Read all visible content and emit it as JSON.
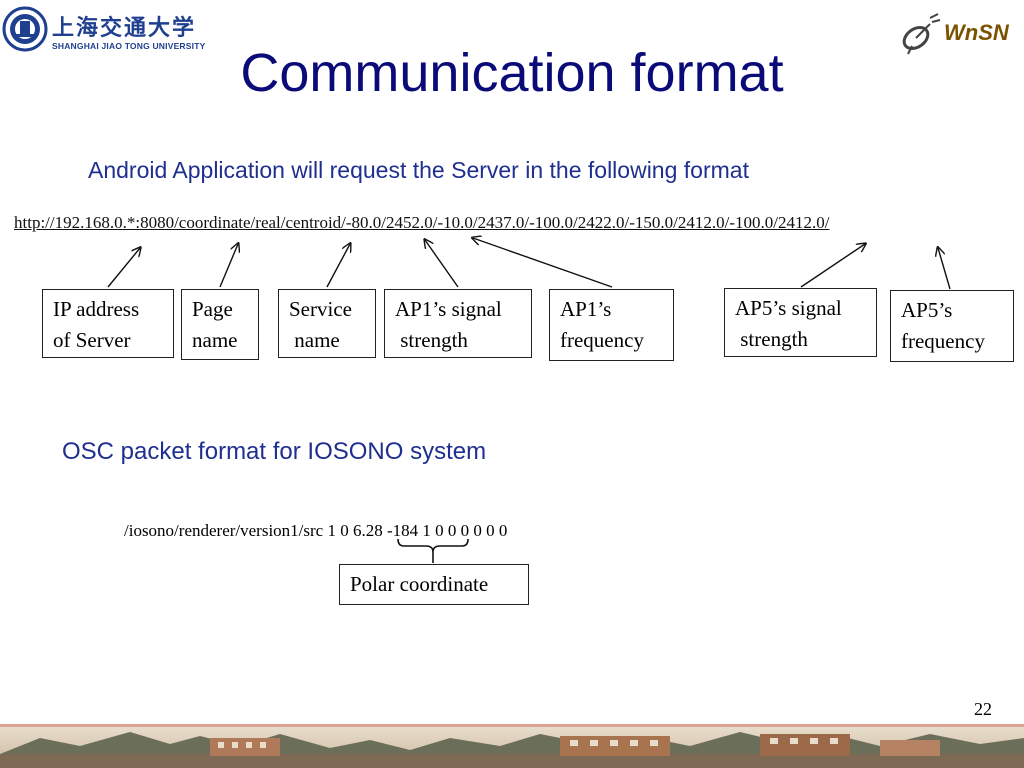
{
  "logos": {
    "university_cn": "上海交通大学",
    "university_en": "SHANGHAI JIAO TONG UNIVERSITY",
    "lab": "WnSN"
  },
  "title": "Communication format",
  "intro": "Android Application will request the Server in the following format",
  "url": "http://192.168.0.*:8080/coordinate/real/centroid/-80.0/2452.0/-10.0/2437.0/-100.0/2422.0/-150.0/2412.0/-100.0/2412.0/",
  "labels": {
    "ip": "IP address\nof Server",
    "page": "Page\nname",
    "service": "Service\n name",
    "ap1_signal": "AP1’s signal\n strength",
    "ap1_freq": "AP1’s\nfrequency",
    "ap5_signal": "AP5’s signal\n strength",
    "ap5_freq": "AP5’s\nfrequency"
  },
  "osc": {
    "heading": "OSC packet format for IOSONO system",
    "command": "/iosono/renderer/version1/src 1 0 6.28 -184 1 0 0 0 0 0 0",
    "polar_label": "Polar coordinate"
  },
  "page_number": "22",
  "colors": {
    "title": "#0a0a78",
    "heading": "#1f2f8f",
    "logo_blue": "#1f3f8f"
  }
}
